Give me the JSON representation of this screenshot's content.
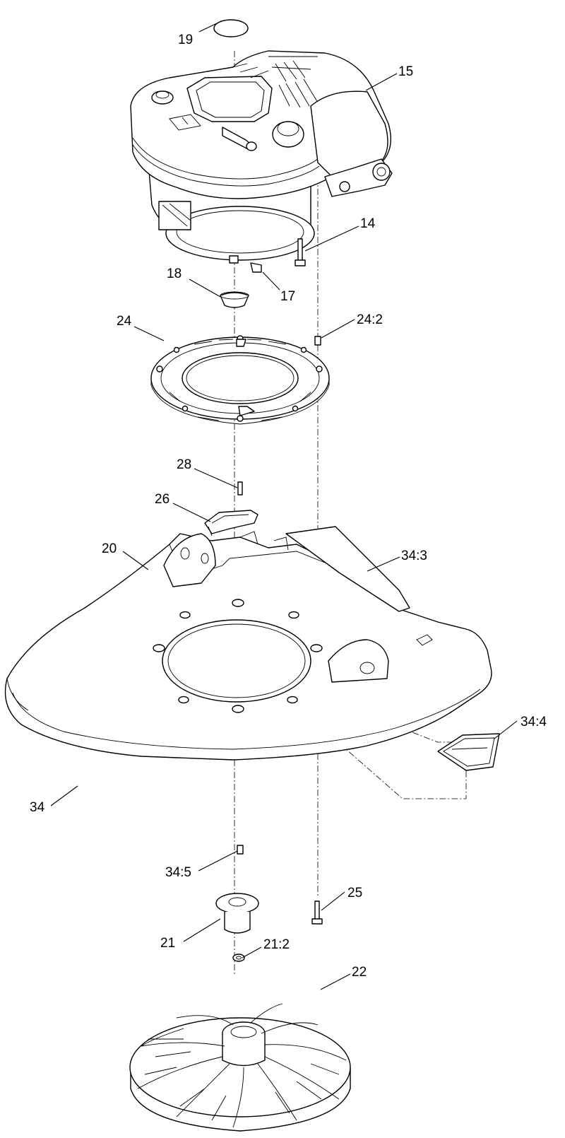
{
  "callouts": {
    "c19": "19",
    "c15": "15",
    "c14": "14",
    "c18": "18",
    "c17": "17",
    "c24": "24",
    "c24_2": "24:2",
    "c28": "28",
    "c26": "26",
    "c20": "20",
    "c34_3": "34:3",
    "c34_4": "34:4",
    "c34": "34",
    "c34_5": "34:5",
    "c25": "25",
    "c21": "21",
    "c21_2": "21:2",
    "c22": "22"
  }
}
